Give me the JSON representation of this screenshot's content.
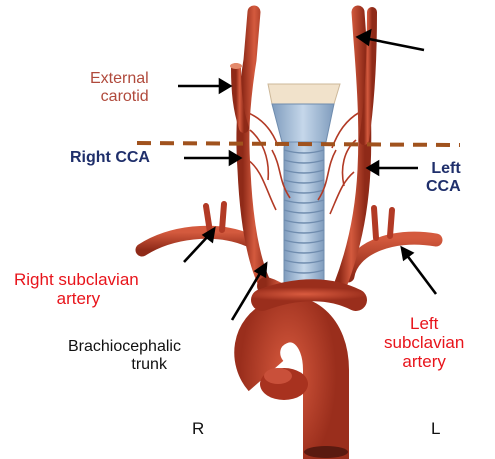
{
  "labels": {
    "external_carotid": [
      "External",
      "carotid"
    ],
    "right_cca": "Right CCA",
    "left_cca": [
      "Left",
      "CCA"
    ],
    "right_subclavian": [
      "Right subclavian",
      "artery"
    ],
    "brachiocephalic": [
      "Brachiocephalic",
      "trunk"
    ],
    "left_subclavian": [
      "Left",
      "subclavian",
      "artery"
    ],
    "right_side": "R",
    "left_side": "L"
  },
  "colors": {
    "artery": "#c8462e",
    "artery_dark": "#9e2f1e",
    "trachea": "#9fbad4",
    "thyroid_cartilage": "#f1e2cb",
    "dashed_line": "#a0521d",
    "red_text": "#e8141b",
    "navy_text": "#1f2f6b",
    "brown_text": "#b04a3c"
  }
}
